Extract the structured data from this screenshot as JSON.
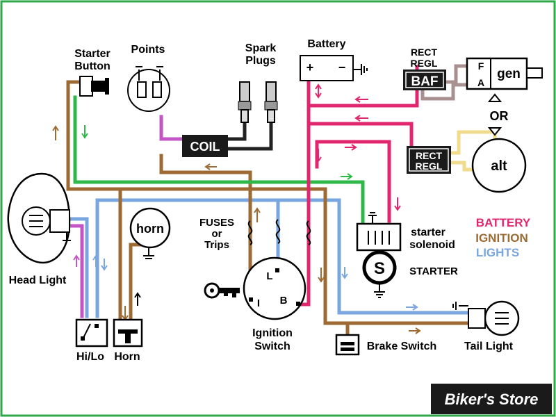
{
  "components": {
    "starter_button": [
      "Starter",
      "Button"
    ],
    "points": "Points",
    "spark_plugs": [
      "Spark",
      "Plugs"
    ],
    "battery": "Battery",
    "battery_plus": "+",
    "battery_minus": "−",
    "rect_regl_top": [
      "RECT",
      "REGL"
    ],
    "baf": "BAF",
    "gen_terminal_f": "F",
    "gen_terminal_a": "A",
    "gen": "gen",
    "or": "OR",
    "rect_regl_bottom": [
      "RECT",
      "REGL"
    ],
    "alt": "alt",
    "coil": "COIL",
    "head_light": "Head Light",
    "horn_device": "horn",
    "fuses": [
      "FUSES",
      "or",
      "Trips"
    ],
    "starter_solenoid": [
      "starter",
      "solenoid"
    ],
    "starter_motor_symbol": "S",
    "starter": "STARTER",
    "ignition_terminal_l": "L",
    "ignition_terminal_i": "I",
    "ignition_terminal_b": "B",
    "ignition_switch": [
      "Ignition",
      "Switch"
    ],
    "hi_lo": "Hi/Lo",
    "horn_switch": "Horn",
    "brake_switch": "Brake Switch",
    "tail_light": "Tail Light"
  },
  "legend": {
    "battery": "BATTERY",
    "ignition": "IGNITION",
    "lights": "LIGHTS"
  },
  "brand": "Biker's Store",
  "colors": {
    "battery": "#e0276e",
    "ignition": "#9c6a32",
    "lights": "#7aa6e0",
    "ground_green": "#2fb84a",
    "points_purple": "#c455c4",
    "alt_yellow": "#f0dc8c",
    "gen_grey": "#a89090",
    "frame": "#2ea84a"
  }
}
